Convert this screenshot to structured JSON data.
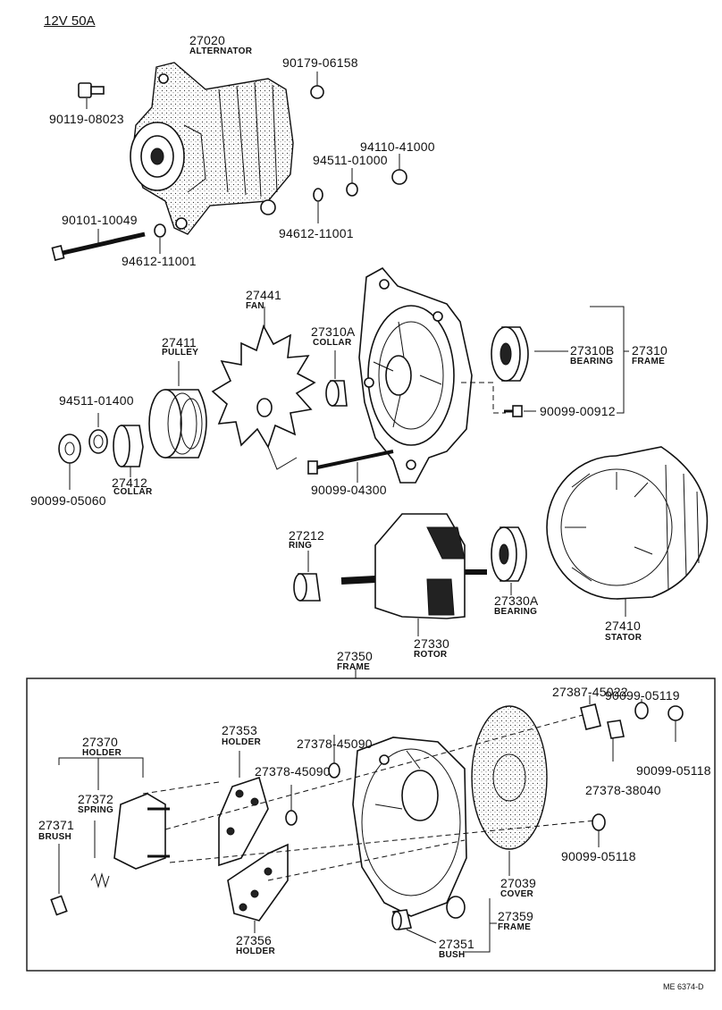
{
  "header": {
    "title": "12V 50A"
  },
  "footer": {
    "code": "ME 6374-D"
  },
  "labels": [
    {
      "id": "27020",
      "pn": "27020",
      "name": "ALTERNATOR"
    },
    {
      "id": "90179-06158",
      "pn": "90179-06158",
      "name": ""
    },
    {
      "id": "90119-08023",
      "pn": "90119-08023",
      "name": ""
    },
    {
      "id": "94110-41000",
      "pn": "94110-41000",
      "name": ""
    },
    {
      "id": "94511-01000",
      "pn": "94511-01000",
      "name": ""
    },
    {
      "id": "90101-10049",
      "pn": "90101-10049",
      "name": ""
    },
    {
      "id": "94612-11001a",
      "pn": "94612-11001",
      "name": ""
    },
    {
      "id": "94612-11001b",
      "pn": "94612-11001",
      "name": ""
    },
    {
      "id": "27441",
      "pn": "27441",
      "name": "FAN"
    },
    {
      "id": "27411",
      "pn": "27411",
      "name": "PULLEY"
    },
    {
      "id": "27310A",
      "pn": "27310A",
      "name": "COLLAR"
    },
    {
      "id": "27310B",
      "pn": "27310B",
      "name": "BEARING"
    },
    {
      "id": "27310",
      "pn": "27310",
      "name": "FRAME"
    },
    {
      "id": "94511-01400",
      "pn": "94511-01400",
      "name": ""
    },
    {
      "id": "90099-00912",
      "pn": "90099-00912",
      "name": ""
    },
    {
      "id": "27412",
      "pn": "27412",
      "name": "COLLAR"
    },
    {
      "id": "90099-05060",
      "pn": "90099-05060",
      "name": ""
    },
    {
      "id": "90099-04300",
      "pn": "90099-04300",
      "name": ""
    },
    {
      "id": "27212",
      "pn": "27212",
      "name": "RING"
    },
    {
      "id": "27330A",
      "pn": "27330A",
      "name": "BEARING"
    },
    {
      "id": "27330",
      "pn": "27330",
      "name": "ROTOR"
    },
    {
      "id": "27410",
      "pn": "27410",
      "name": "STATOR"
    },
    {
      "id": "27350",
      "pn": "27350",
      "name": "FRAME"
    },
    {
      "id": "90099-05119",
      "pn": "90099-05119",
      "name": ""
    },
    {
      "id": "27387-45022",
      "pn": "27387-45022",
      "name": ""
    },
    {
      "id": "27370",
      "pn": "27370",
      "name": "HOLDER"
    },
    {
      "id": "27353",
      "pn": "27353",
      "name": "HOLDER"
    },
    {
      "id": "27378-45090a",
      "pn": "27378-45090",
      "name": ""
    },
    {
      "id": "27378-45090b",
      "pn": "27378-45090",
      "name": ""
    },
    {
      "id": "90099-05118a",
      "pn": "90099-05118",
      "name": ""
    },
    {
      "id": "27378-38040",
      "pn": "27378-38040",
      "name": ""
    },
    {
      "id": "27372",
      "pn": "27372",
      "name": "SPRING"
    },
    {
      "id": "27371",
      "pn": "27371",
      "name": "BRUSH"
    },
    {
      "id": "90099-05118b",
      "pn": "90099-05118",
      "name": ""
    },
    {
      "id": "27039",
      "pn": "27039",
      "name": "COVER"
    },
    {
      "id": "27359",
      "pn": "27359",
      "name": "FRAME"
    },
    {
      "id": "27356",
      "pn": "27356",
      "name": "HOLDER"
    },
    {
      "id": "27351",
      "pn": "27351",
      "name": "BUSH"
    }
  ]
}
